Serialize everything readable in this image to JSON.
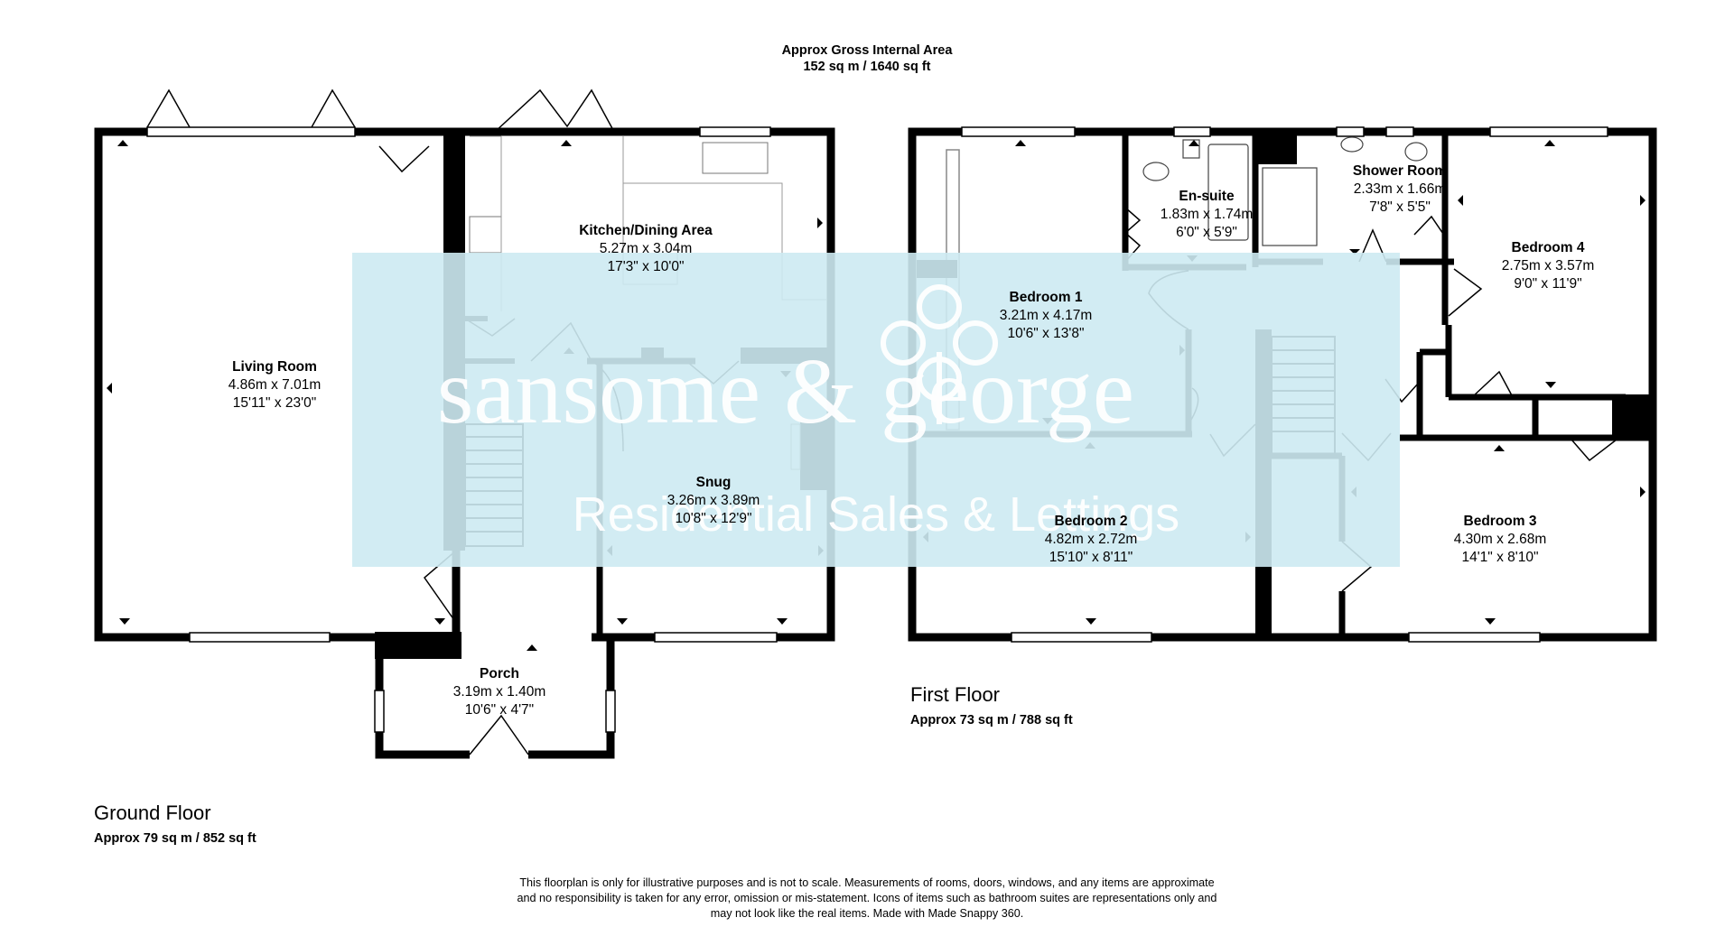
{
  "header": {
    "line1": "Approx Gross Internal Area",
    "line2": "152 sq m / 1640 sq ft"
  },
  "ground_floor": {
    "title": "Ground Floor",
    "area": "Approx 79 sq m / 852 sq ft",
    "rooms": {
      "living": {
        "name": "Living Room",
        "metric": "4.86m x 7.01m",
        "imperial": "15'11\" x 23'0\""
      },
      "kitchen": {
        "name": "Kitchen/Dining Area",
        "metric": "5.27m x 3.04m",
        "imperial": "17'3\" x 10'0\""
      },
      "snug": {
        "name": "Snug",
        "metric": "3.26m x 3.89m",
        "imperial": "10'8\" x 12'9\""
      },
      "porch": {
        "name": "Porch",
        "metric": "3.19m x 1.40m",
        "imperial": "10'6\" x 4'7\""
      }
    }
  },
  "first_floor": {
    "title": "First Floor",
    "area": "Approx 73 sq m / 788 sq ft",
    "rooms": {
      "bed1": {
        "name": "Bedroom 1",
        "metric": "3.21m x 4.17m",
        "imperial": "10'6\" x 13'8\""
      },
      "ensuite": {
        "name": "En-suite",
        "metric": "1.83m x 1.74m",
        "imperial": "6'0\" x 5'9\""
      },
      "shower": {
        "name": "Shower Room",
        "metric": "2.33m x 1.66m",
        "imperial": "7'8\" x 5'5\""
      },
      "bed4": {
        "name": "Bedroom 4",
        "metric": "2.75m x 3.57m",
        "imperial": "9'0\" x 11'9\""
      },
      "bed2": {
        "name": "Bedroom 2",
        "metric": "4.82m x 2.72m",
        "imperial": "15'10\" x 8'11\""
      },
      "bed3": {
        "name": "Bedroom 3",
        "metric": "4.30m x 2.68m",
        "imperial": "14'1\" x 8'10\""
      }
    }
  },
  "watermark": {
    "brand": "sansome & george",
    "tagline": "Residential Sales & Lettings"
  },
  "disclaimer": {
    "line1": "This floorplan is only for illustrative purposes and is not to scale. Measurements of rooms, doors, windows, and any items are approximate",
    "line2": "and no responsibility is taken for any error, omission or mis-statement. Icons of items such as bathroom suites are representations only and",
    "line3": "may not look like the real items. Made with Made Snappy 360."
  },
  "colors": {
    "wall": "#000000",
    "watermark_bg": "#cdeaf2",
    "watermark_text": "#ffffff"
  }
}
